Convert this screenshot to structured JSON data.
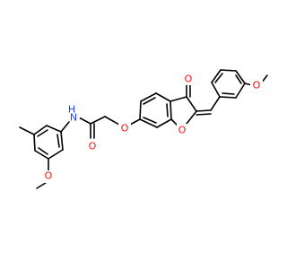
{
  "diagram": {
    "type": "chemical-structure",
    "colors": {
      "bond": "#000000",
      "oxygen": "#ff0d0d",
      "nitrogen": "#1f3fff",
      "background": "#ffffff"
    },
    "labels": {
      "amide_nh_n": "N",
      "amide_nh_h": "H",
      "amide_carbonyl_o": "O",
      "aryl_methoxy_o": "O",
      "ether_o": "O",
      "furan_o": "O",
      "ketone_o": "O",
      "benzylidene_methoxy_o": "O"
    }
  }
}
